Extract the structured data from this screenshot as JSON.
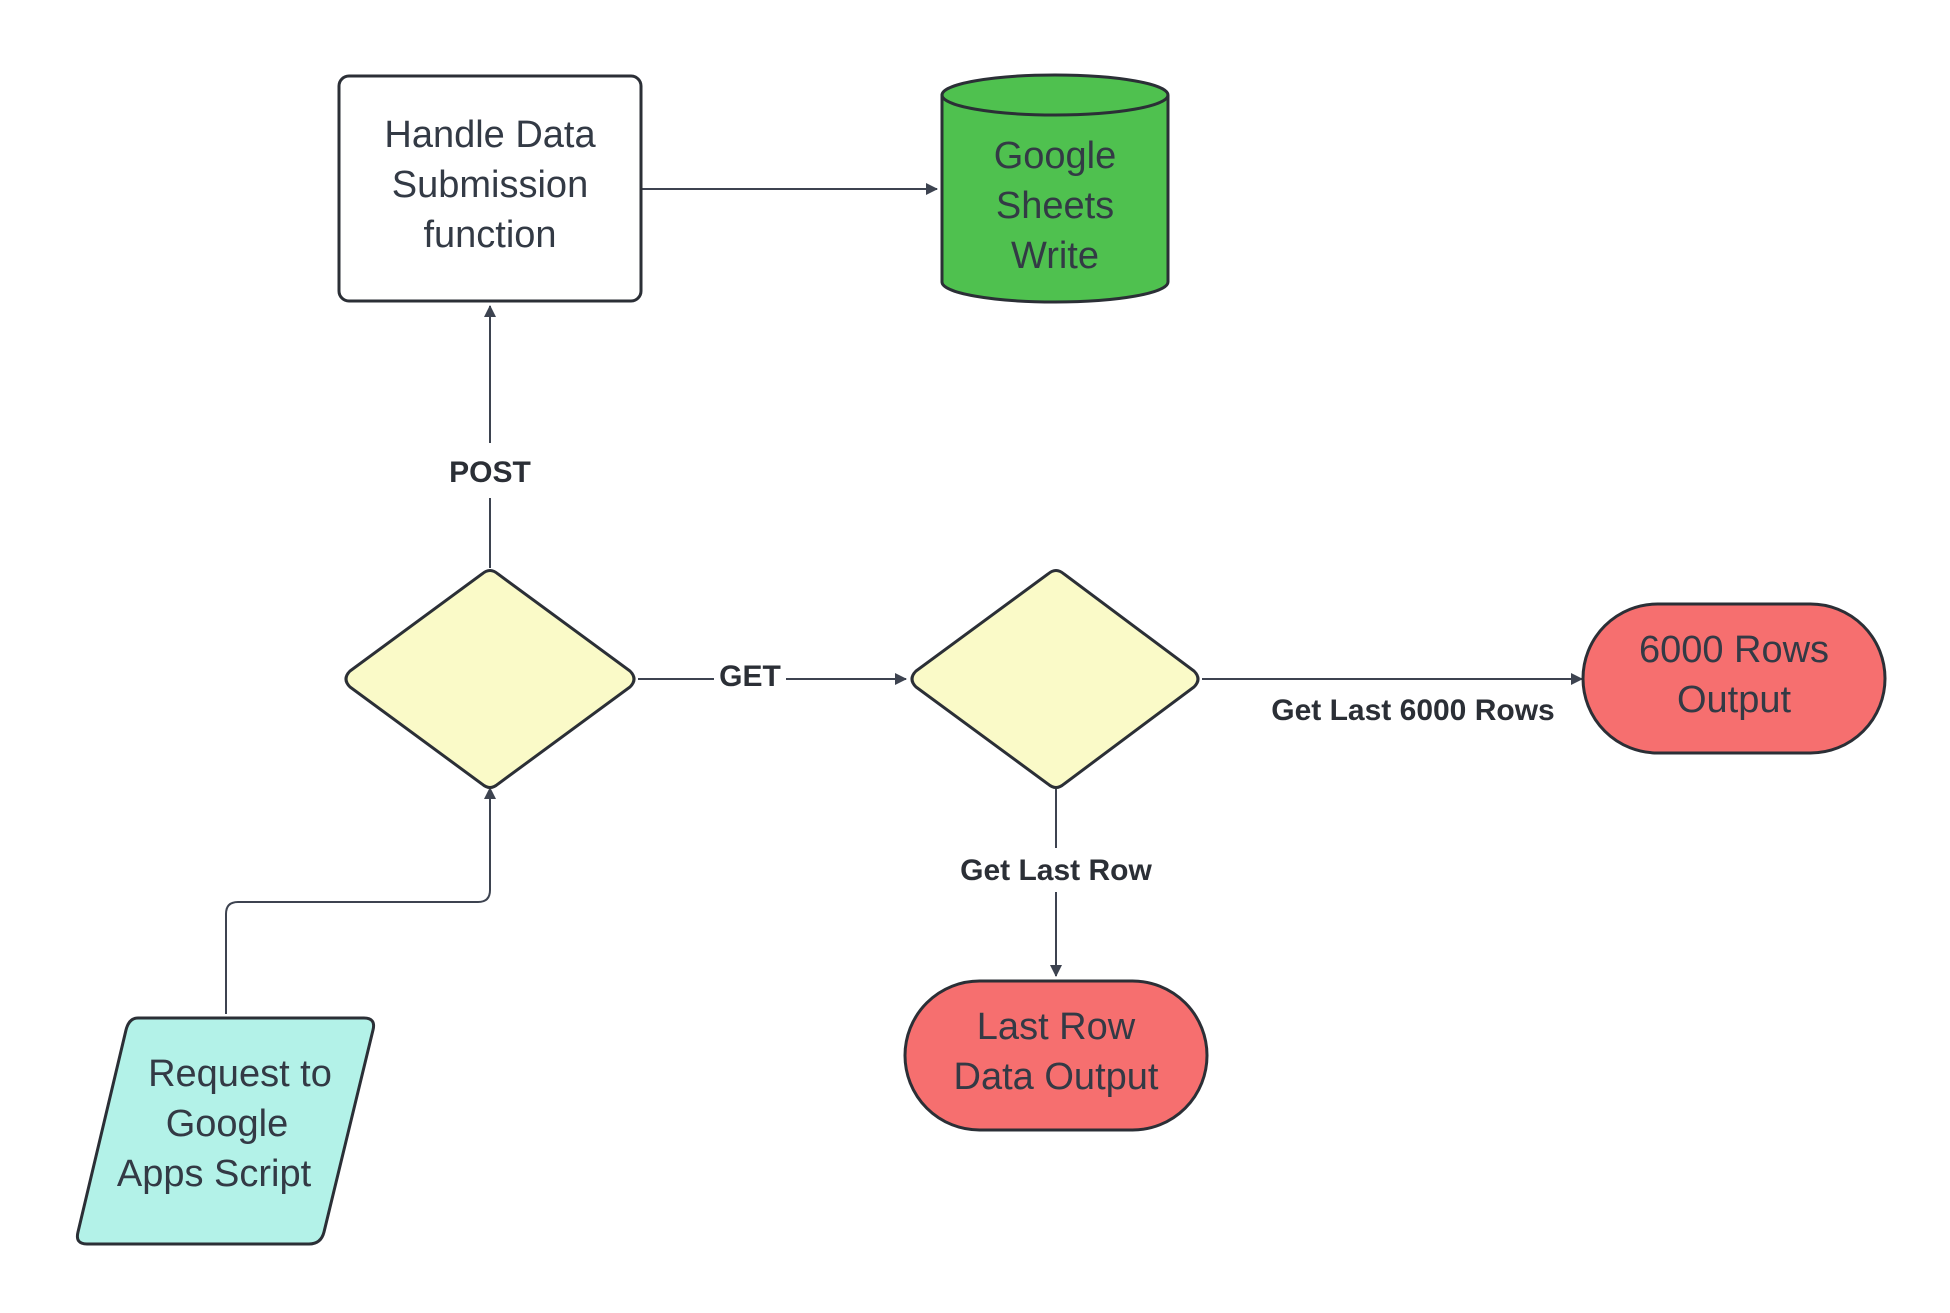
{
  "diagram": {
    "nodes": {
      "handle_data": {
        "lines": [
          "Handle Data",
          "Submission",
          "function"
        ],
        "fill": "#ffffff"
      },
      "sheets_write": {
        "lines": [
          "Google",
          "Sheets",
          "Write"
        ],
        "fill": "#4fc14f"
      },
      "request": {
        "lines": [
          "Request to",
          "Google",
          "Apps Script"
        ],
        "fill": "#b3f2e8"
      },
      "method_decision": {
        "lines": [],
        "fill": "#fafac8"
      },
      "get_decision": {
        "lines": [],
        "fill": "#fafac8"
      },
      "rows_6000_output": {
        "lines": [
          "6000 Rows",
          "Output"
        ],
        "fill": "#f66f6f"
      },
      "last_row_output": {
        "lines": [
          "Last Row",
          "Data Output"
        ],
        "fill": "#f66f6f"
      }
    },
    "edges": {
      "post": "POST",
      "get": "GET",
      "get_last_6000": "Get Last 6000 Rows",
      "get_last_row": "Get Last Row"
    },
    "colors": {
      "stroke": "#2b2f36",
      "connector": "#3d4350",
      "text": "#333a45"
    }
  }
}
